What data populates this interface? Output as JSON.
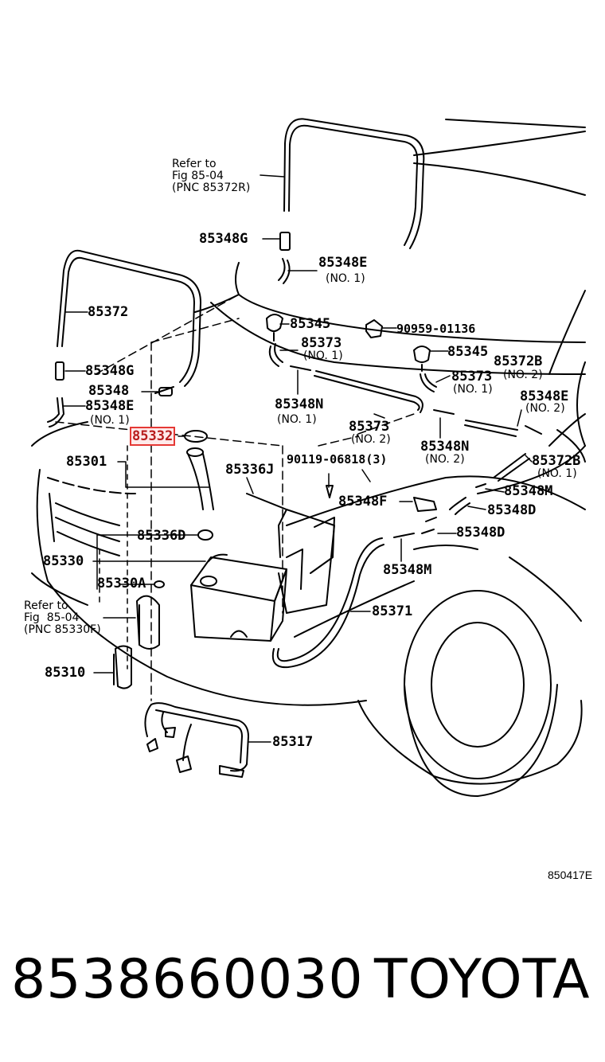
{
  "diagram": {
    "labels": {
      "p85348G": "85348G",
      "p85348E_top": "85348E",
      "p85348E_top_no": "(NO. 1)",
      "p85372": "85372",
      "p85345_a": "85345",
      "p90959": "90959-01136",
      "p85373_a": "85373",
      "p85373_a_no": "(NO. 1)",
      "p85345_b": "85345",
      "p85373_b": "85373",
      "p85373_b_no": "(NO. 1)",
      "p85372B_top": "85372B",
      "p85372B_top_no": "(NO. 2)",
      "p85348G_left": "85348G",
      "p85348": "85348",
      "p85348E_left": "85348E",
      "p85348E_left_no": "(NO. 1)",
      "p85348N_a": "85348N",
      "p85348N_a_no": "(NO. 1)",
      "p85348E_right": "85348E",
      "p85348E_right_no": "(NO. 2)",
      "p85373_c": "85373",
      "p85373_c_no": "(NO. 2)",
      "p85332": "85332",
      "p85348N_b": "85348N",
      "p85348N_b_no": "(NO. 2)",
      "p85301": "85301",
      "p90119": "90119-06818(3)",
      "p85372B_right": "85372B",
      "p85372B_right_no": "(NO. 1)",
      "p85336J": "85336J",
      "p85348M_right": "85348M",
      "p85348F": "85348F",
      "p85348D_a": "85348D",
      "p85336D": "85336D",
      "p85348D_b": "85348D",
      "p85330": "85330",
      "p85348M_bottom": "85348M",
      "p85330A": "85330A",
      "p85371": "85371",
      "p85310": "85310",
      "p85317": "85317"
    },
    "refs": {
      "top": "Refer to\nFig 85-04\n(PNC 85372R)",
      "left": "Refer to\nFig  85-04\n(PNC 85330F)"
    },
    "highlighted_part": "85332",
    "illustration_code": "850417E"
  },
  "footer": {
    "part_number": "8538660030",
    "brand": "TOYOTA"
  }
}
